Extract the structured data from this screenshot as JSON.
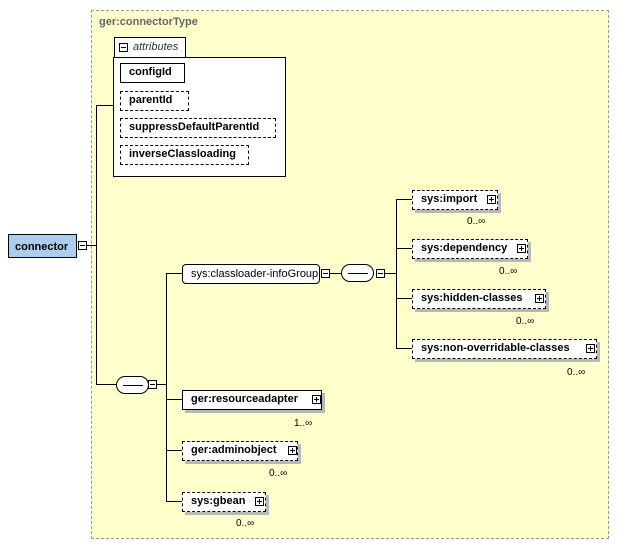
{
  "type_box": {
    "title": "ger:connectorType"
  },
  "attributes": {
    "tab_label": "attributes",
    "items": [
      "configId",
      "parentId",
      "suppressDefaultParentId",
      "inverseClassloading"
    ]
  },
  "root": {
    "label": "connector"
  },
  "classloader_group": {
    "label": "sys:classloader-infoGroup"
  },
  "sys_elements": [
    {
      "label": "sys:import",
      "card": "0..∞"
    },
    {
      "label": "sys:dependency",
      "card": "0..∞"
    },
    {
      "label": "sys:hidden-classes",
      "card": "0..∞"
    },
    {
      "label": "sys:non-overridable-classes",
      "card": "0..∞"
    }
  ],
  "ger_elements": [
    {
      "label": "ger:resourceadapter",
      "card": "1..∞"
    },
    {
      "label": "ger:adminobject",
      "card": "0..∞"
    },
    {
      "label": "sys:gbean",
      "card": "0..∞"
    }
  ]
}
